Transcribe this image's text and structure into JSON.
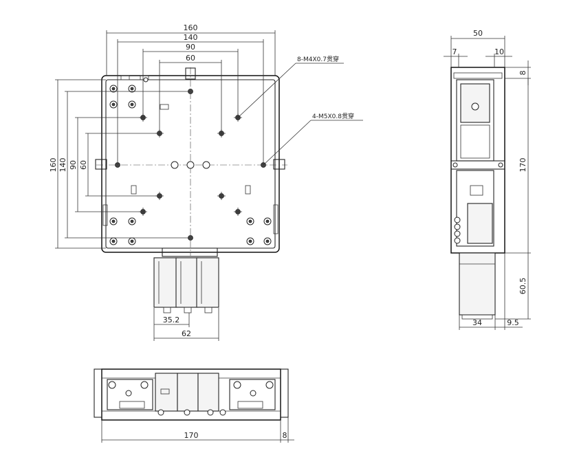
{
  "top_view": {
    "width_dims": [
      "160",
      "140",
      "90",
      "60"
    ],
    "height_dims": [
      "160",
      "140",
      "90",
      "60"
    ],
    "motor_dims": [
      "35.2",
      "62"
    ],
    "notes": [
      "8-M4X0.7贯穿",
      "4-M5X0.8贯穿"
    ]
  },
  "side_view": {
    "top_dims": [
      "50",
      "7",
      "10"
    ],
    "right_dims": [
      "8",
      "170",
      "60.5"
    ],
    "bottom_dims": [
      "34",
      "9.5"
    ]
  },
  "front_view": {
    "bottom_dims": [
      "170",
      "8"
    ]
  }
}
